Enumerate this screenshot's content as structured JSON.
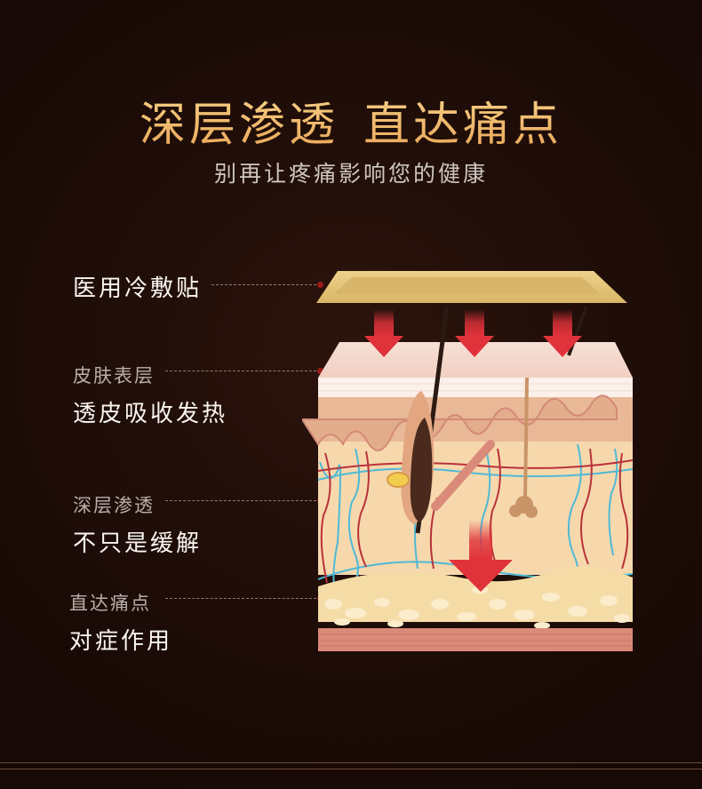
{
  "headline": {
    "part1": "深层渗透",
    "part2": "直达痛点",
    "gradient_colors": [
      "#f8d48a",
      "#e9a557"
    ]
  },
  "subtitle": "别再让疼痛影响您的健康",
  "callouts": [
    {
      "id": "patch",
      "big": "医用冷敷贴"
    },
    {
      "id": "surface",
      "small": "皮肤表层",
      "big": "透皮吸收发热"
    },
    {
      "id": "deep",
      "small": "深层渗透",
      "big": "不只是缓解"
    },
    {
      "id": "target",
      "small": "直达痛点",
      "big": "对症作用"
    }
  ],
  "diagram": {
    "description": "skin cross-section illustration with patch and heat arrows",
    "colors": {
      "patch": "#e6c57a",
      "patch_inner": "#d4b166",
      "epidermis_top": "#f3d6c8",
      "stratum": "#fbeee6",
      "dermis": "#e9b996",
      "hypodermis": "#f6dcb0",
      "fat": "#fbecc4",
      "muscle": "#d98a78",
      "arrow": "#e0323a",
      "vessel_red": "#b8323a",
      "vessel_blue": "#4fb9d6",
      "dot": "#9b1d1b"
    }
  },
  "background_color": "#1c0c07"
}
